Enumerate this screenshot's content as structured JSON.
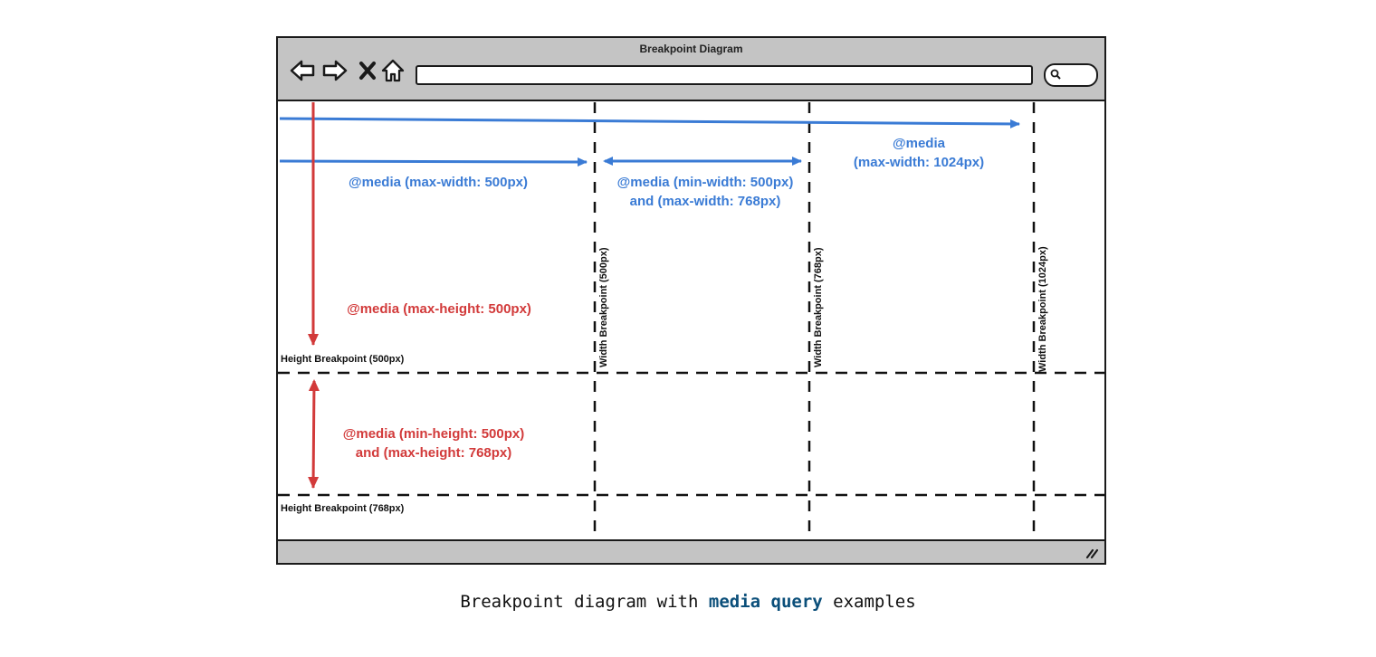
{
  "window": {
    "title": "Breakpoint Diagram"
  },
  "toolbar": {
    "icons": [
      "back-icon",
      "forward-icon",
      "close-icon",
      "home-icon",
      "search-icon"
    ]
  },
  "labels": {
    "width_max_500": "@media (max-width: 500px)",
    "width_500_768_line1": "@media (min-width: 500px)",
    "width_500_768_line2": "and (max-width: 768px)",
    "width_max_1024_line1": "@media",
    "width_max_1024_line2": "(max-width: 1024px)",
    "height_max_500": "@media (max-height: 500px)",
    "height_500_768_line1": "@media (min-height: 500px)",
    "height_500_768_line2": "and (max-height: 768px)"
  },
  "breakpoints": {
    "width_500": "Width Breakpoint (500px)",
    "width_768": "Width Breakpoint (768px)",
    "width_1024": "Width Breakpoint (1024px)",
    "height_500": "Height Breakpoint (500px)",
    "height_768": "Height Breakpoint (768px)"
  },
  "caption": {
    "before": "Breakpoint diagram with ",
    "highlight": "media query",
    "after": " examples"
  },
  "colors": {
    "blue": "#3a7bd5",
    "red": "#d23a3a",
    "chrome": "#c4c4c4",
    "caption_highlight": "#0b4f7a"
  }
}
